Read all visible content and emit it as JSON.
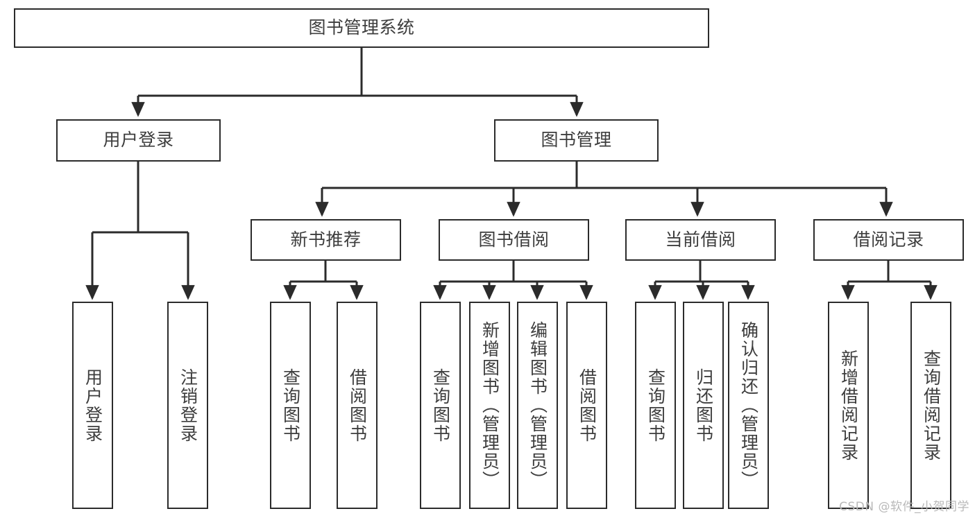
{
  "diagram": {
    "title": "图书管理系统",
    "type": "hierarchy-tree",
    "stroke_color": "#2b2b2b",
    "text_color": "#3d3d3d",
    "background_color": "#ffffff",
    "watermark": "CSDN @软件_小贺同学"
  },
  "nodes": {
    "root": {
      "label": "图书管理系统"
    },
    "level2": [
      {
        "label": "用户登录"
      },
      {
        "label": "图书管理"
      }
    ],
    "level3": [
      {
        "label": "新书推荐"
      },
      {
        "label": "图书借阅"
      },
      {
        "label": "当前借阅"
      },
      {
        "label": "借阅记录"
      }
    ],
    "leaves": {
      "user_login": [
        {
          "label": "用户登录"
        },
        {
          "label": "注销登录"
        }
      ],
      "new_book_recommend": [
        {
          "label": "查询图书"
        },
        {
          "label": "借阅图书"
        }
      ],
      "book_borrow": [
        {
          "label": "查询图书"
        },
        {
          "label": "新增图书（管理员）"
        },
        {
          "label": "编辑图书（管理员）"
        },
        {
          "label": "借阅图书"
        }
      ],
      "current_borrow": [
        {
          "label": "查询图书"
        },
        {
          "label": "归还图书"
        },
        {
          "label": "确认归还（管理员）"
        }
      ],
      "borrow_record": [
        {
          "label": "新增借阅记录"
        },
        {
          "label": "查询借阅记录"
        }
      ]
    }
  }
}
